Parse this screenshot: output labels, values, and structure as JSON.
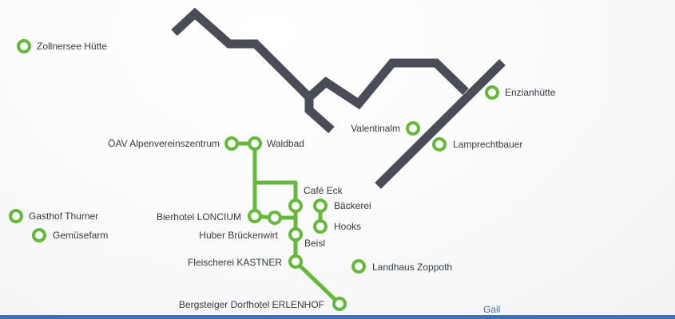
{
  "map": {
    "colors": {
      "route_green": "#64b83a",
      "road_gray": "#4a4d55",
      "river_blue": "#3d73b0",
      "label_text": "#333a40"
    },
    "river_label": "Gail",
    "pois": [
      {
        "id": "zollnersee",
        "name": "Zollnersee Hütte"
      },
      {
        "id": "enzianhuette",
        "name": "Enzianhütte"
      },
      {
        "id": "valentinalm",
        "name": "Valentinalm"
      },
      {
        "id": "lamprechtbauer",
        "name": "Lamprechtbauer"
      },
      {
        "id": "oeav",
        "name": "ÖAV Alpenvereinszentrum"
      },
      {
        "id": "waldbad",
        "name": "Waldbad"
      },
      {
        "id": "cafe-eck",
        "name": "Café Eck"
      },
      {
        "id": "baeckerei",
        "name": "Bäckerei"
      },
      {
        "id": "hooks",
        "name": "Hooks"
      },
      {
        "id": "gasthof-thurner",
        "name": "Gasthof Thurner"
      },
      {
        "id": "gemuesefarm",
        "name": "Gemüsefarm"
      },
      {
        "id": "bierhotel",
        "name": "Bierhotel LONCIUM"
      },
      {
        "id": "huber",
        "name": "Huber Brückenwirt"
      },
      {
        "id": "beisl",
        "name": "Beisl"
      },
      {
        "id": "fleischerei",
        "name": "Fleischerei KASTNER"
      },
      {
        "id": "landhaus",
        "name": "Landhaus Zoppoth"
      },
      {
        "id": "erlenhof",
        "name": "Bergsteiger Dorfhotel ERLENHOF"
      }
    ]
  }
}
